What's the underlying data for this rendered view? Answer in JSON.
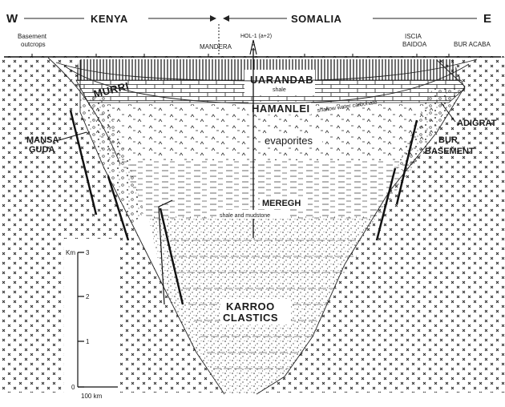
{
  "directions": {
    "west": "W",
    "east": "E"
  },
  "countries": {
    "left": "KENYA",
    "right": "SOMALIA"
  },
  "places": {
    "basement_outcrops": [
      "Basement",
      "outcrops"
    ],
    "mandera": "MANDERA",
    "well": "HOL-1 (a+2)",
    "iscia_baidoa": [
      "ISCIA",
      "BAIDOA"
    ],
    "bur_acaba": "BUR ACABA"
  },
  "units": {
    "uarandab": "UARANDAB",
    "uarandab_note": "shale",
    "murri": "MURRI",
    "hamanlei": "HAMANLEI",
    "hamanlei_note": "shallow water carbonate",
    "adigrat": "ADIGRAT",
    "mansa_guda": [
      "MANSA",
      "GUDA"
    ],
    "evaporites": "evaporites",
    "bur_basement": [
      "BUR",
      "BASEMENT"
    ],
    "meregh": "MEREGH",
    "meregh_note": "shale and mudstone",
    "karroo": [
      "KARROO",
      "CLASTICS"
    ]
  },
  "scale": {
    "vertical_unit": "Km",
    "ticks": [
      "0",
      "1",
      "2",
      "3"
    ],
    "horizontal": "100 km"
  }
}
